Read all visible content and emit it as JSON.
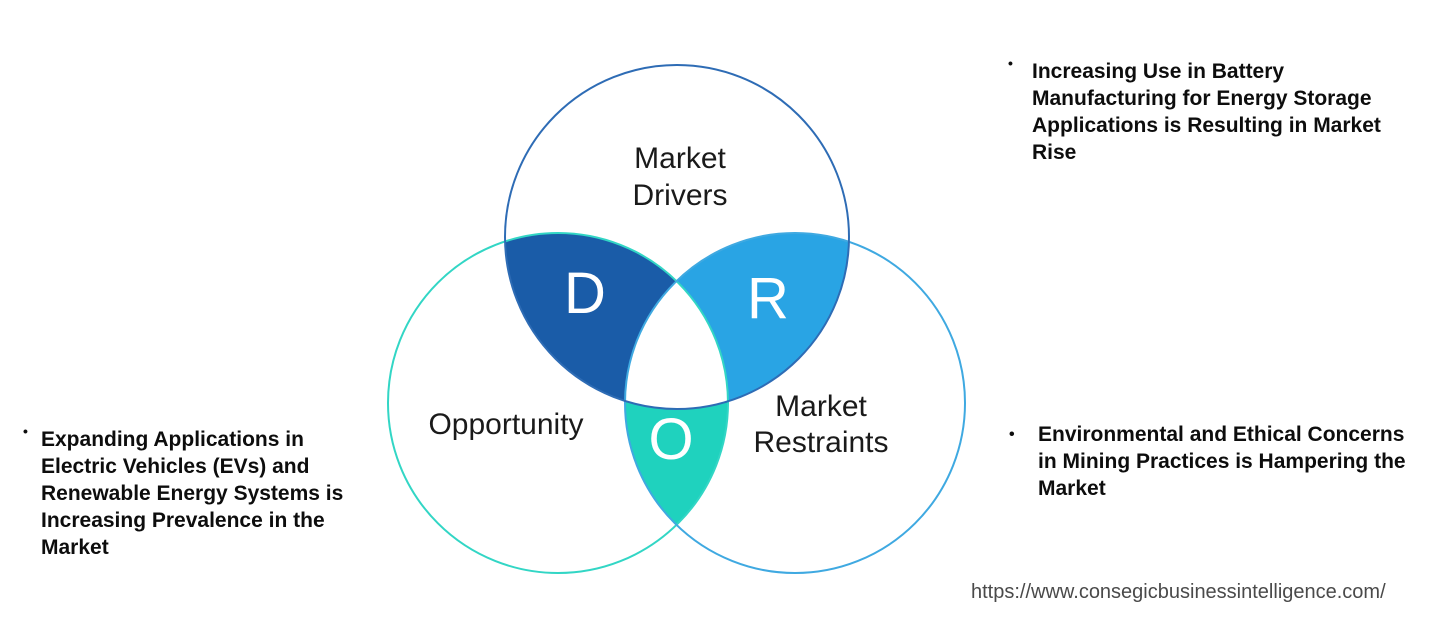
{
  "diagram": {
    "drivers": {
      "label_line1": "Market",
      "label_line2": "Drivers",
      "letter": "D"
    },
    "opportunity": {
      "label": "Opportunity",
      "letter": "O"
    },
    "restraints": {
      "label_line1": "Market",
      "label_line2": "Restraints",
      "letter": "R"
    },
    "colors": {
      "drivers_stroke": "#2E6CB5",
      "opportunity_stroke": "#32D6C5",
      "restraints_stroke": "#3FA9E1",
      "d_fill": "#1A5CA8",
      "r_fill": "#29A4E4",
      "o_fill": "#1FD2BE",
      "center_fill": "#FFFFFF"
    }
  },
  "notes": {
    "left": {
      "bullet": "•",
      "lines": [
        "Expanding Applications in",
        "Electric Vehicles (EVs) and",
        "Renewable Energy Systems is",
        "Increasing Prevalence in the",
        "Market"
      ]
    },
    "top_right": {
      "bullet": "•",
      "lines": [
        "Increasing Use in Battery",
        "Manufacturing for Energy Storage",
        "Applications is Resulting in Market",
        "Rise"
      ]
    },
    "right": {
      "bullet": "•",
      "lines": [
        "Environmental and Ethical Concerns",
        "in Mining Practices is Hampering the",
        "Market"
      ]
    }
  },
  "footer": {
    "url": "https://www.consegicbusinessintelligence.com/"
  }
}
